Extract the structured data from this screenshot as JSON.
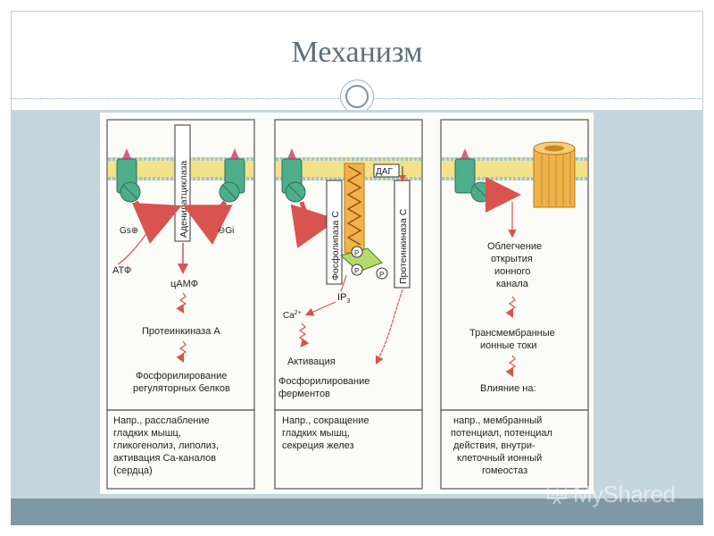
{
  "title": "Механизм",
  "watermark": "MyShared",
  "panels": [
    {
      "enzyme_label": "Аденилатциклаза",
      "gs_label": "Gs⊕",
      "gi_label": "⊖Gi",
      "atp": "АТФ",
      "camp": "цАМФ",
      "kinase": "Протеинкиназа А",
      "result_line1": "Фосфорилирование",
      "result_line2": "регуляторных белков",
      "examples": [
        "Напр., расслабление",
        "гладких мышц,",
        "гликогенолиз, липолиз,",
        "активация Ca-каналов",
        "(сердца)"
      ]
    },
    {
      "enzyme_label": "Фосфолипаза С",
      "dag": "ДАГ",
      "kinase_c": "Протеинкиназа С",
      "ip3": "IP",
      "ip3_sub": "3",
      "ca": "Ca",
      "ca_sup": "2+",
      "activation": "Активация",
      "result_line1": "Фосфорилирование",
      "result_line2": "ферментов",
      "p_label": "P",
      "examples": [
        "Напр., сокращение",
        "гладких мышц,",
        "секреция желез"
      ]
    },
    {
      "ease_lines": [
        "Облегчение",
        "открытия",
        "ионного",
        "канала"
      ],
      "currents_lines": [
        "Трансмембранные",
        "ионные токи"
      ],
      "influence": "Влияние на:",
      "examples": [
        "напр., мембранный",
        "потенциал, потенциал",
        "действия, внутри-",
        "клеточный ионный",
        "гомеостаз"
      ]
    }
  ],
  "colors": {
    "membrane": "#f2e28a",
    "receptor": "#4fae8a",
    "ligand": "#e05b8a",
    "arrow": "#d9534f",
    "channel": "#f0b24a"
  }
}
